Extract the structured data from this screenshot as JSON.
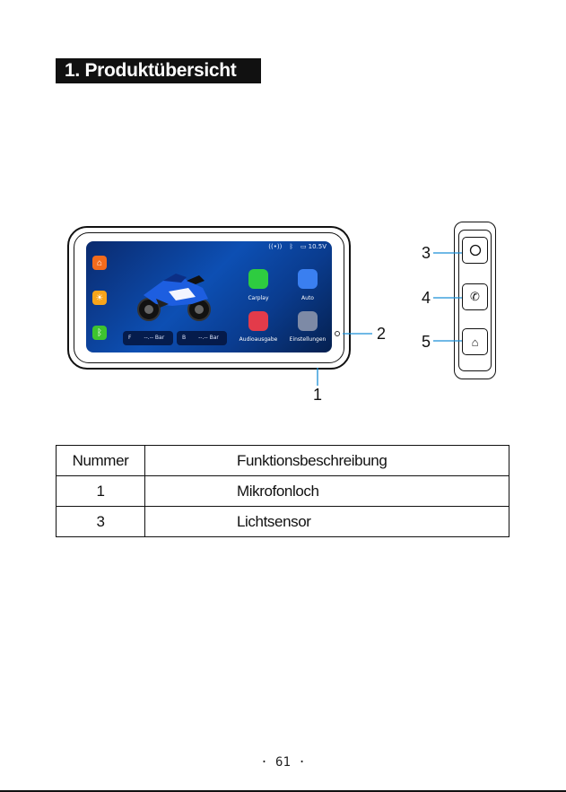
{
  "heading": "1. Produktübersicht",
  "screen": {
    "status_voltage": "10.5V",
    "apps": {
      "carplay": "Carplay",
      "auto": "Auto",
      "audio": "Audioausgabe",
      "settings": "Einstellungen"
    },
    "gauge_front_label": "F",
    "gauge_front_value": "--.-- Bar",
    "gauge_back_label": "B",
    "gauge_back_value": "--.-- Bar"
  },
  "callouts": {
    "n1": "1",
    "n2": "2",
    "n3": "3",
    "n4": "4",
    "n5": "5"
  },
  "table": {
    "headers": [
      "Nummer",
      "Funktionsbeschreibung"
    ],
    "rows": [
      {
        "num": "1",
        "desc": "Mikrofonloch"
      },
      {
        "num": "3",
        "desc": "Lichtsensor"
      }
    ]
  },
  "page_number": "· 61 ·",
  "colors": {
    "home_app": "#f36b1c",
    "sun_app": "#f7a51b",
    "bluetooth_app": "#3ec42f",
    "callout_line": "#1a8fd6"
  }
}
